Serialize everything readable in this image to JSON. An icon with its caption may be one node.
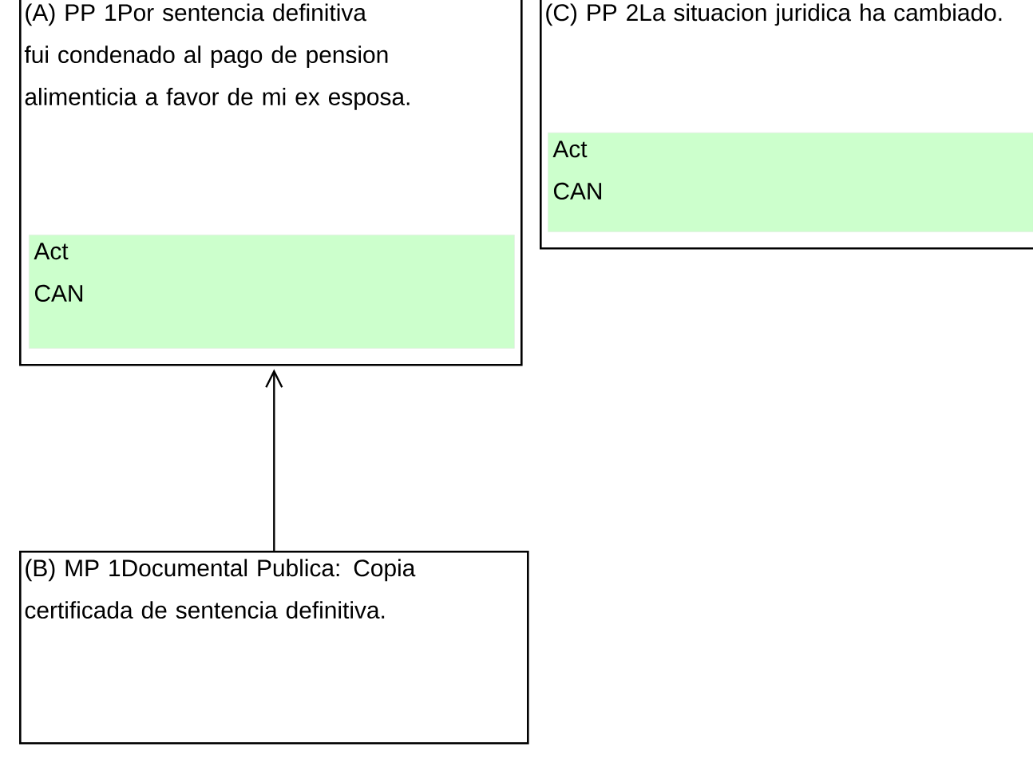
{
  "diagram": {
    "nodes": [
      {
        "text": [
          "(A) PP 1Por sentencia definitiva fui condenado al pago de pension alimenticia a favor de mi ex esposa."
        ]
      },
      {
        "text": [
          "Act",
          "CAN"
        ],
        "in": 0
      },
      {
        "text": [
          "(C) PP 2La situacion juridica ha cambiado."
        ]
      },
      {
        "text": [
          "Act",
          "CAN"
        ],
        "in": 2
      },
      {
        "text": [
          "(B) MP 1Documental Publica: Copia certificada de sentencia definitiva."
        ]
      }
    ],
    "edges": [
      {
        "from": 4,
        "to": 0,
        "arrow": "to"
      }
    ]
  }
}
